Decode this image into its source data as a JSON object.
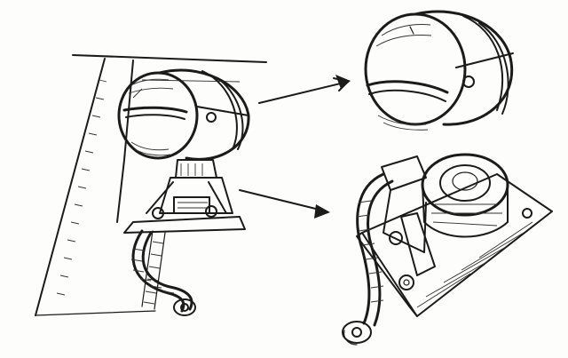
{
  "figure": {
    "palette": {
      "ink": "#1b1b1b",
      "paper": "#fdfdfb",
      "shade": "#d9d9d4"
    },
    "parts": [
      {
        "name": "headlamp",
        "icon": "lamp-housing-icon"
      },
      {
        "name": "mounting-bracket",
        "icon": "bracket-icon"
      },
      {
        "name": "cable",
        "icon": "cable-icon"
      }
    ]
  }
}
